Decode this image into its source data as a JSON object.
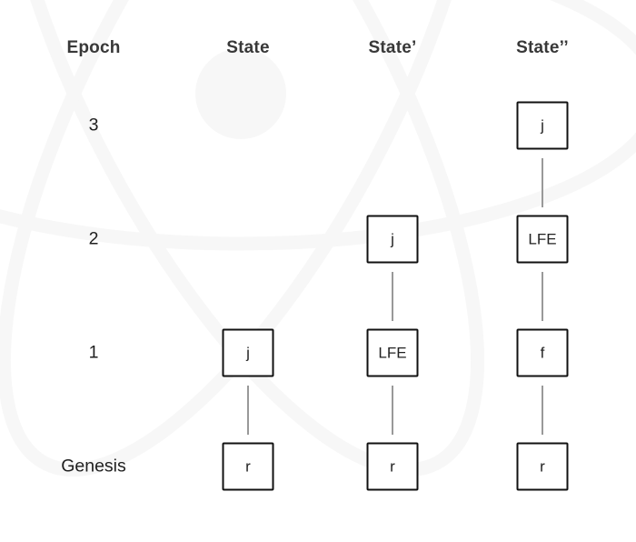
{
  "colors": {
    "background": "#ffffff",
    "watermark": "#f7f7f7",
    "box_border": "#111111",
    "connector": "#999999",
    "header_text": "#383838",
    "label_text": "#1f1f1f"
  },
  "diagram": {
    "columns": [
      {
        "id": "epoch",
        "label": "Epoch"
      },
      {
        "id": "state",
        "label": "State"
      },
      {
        "id": "state_prime",
        "label": "State’"
      },
      {
        "id": "state_double_prime",
        "label": "State’’"
      }
    ],
    "rows": [
      {
        "id": "3",
        "label": "3"
      },
      {
        "id": "2",
        "label": "2"
      },
      {
        "id": "1",
        "label": "1"
      },
      {
        "id": "genesis",
        "label": "Genesis"
      }
    ],
    "nodes": [
      {
        "col": "state_double_prime",
        "row": "3",
        "label": "j"
      },
      {
        "col": "state_prime",
        "row": "2",
        "label": "j"
      },
      {
        "col": "state_double_prime",
        "row": "2",
        "label": "LFE"
      },
      {
        "col": "state",
        "row": "1",
        "label": "j"
      },
      {
        "col": "state_prime",
        "row": "1",
        "label": "LFE"
      },
      {
        "col": "state_double_prime",
        "row": "1",
        "label": "f"
      },
      {
        "col": "state",
        "row": "genesis",
        "label": "r"
      },
      {
        "col": "state_prime",
        "row": "genesis",
        "label": "r"
      },
      {
        "col": "state_double_prime",
        "row": "genesis",
        "label": "r"
      }
    ],
    "edges": [
      {
        "col": "state",
        "from": "1",
        "to": "genesis"
      },
      {
        "col": "state_prime",
        "from": "2",
        "to": "1"
      },
      {
        "col": "state_prime",
        "from": "1",
        "to": "genesis"
      },
      {
        "col": "state_double_prime",
        "from": "3",
        "to": "2"
      },
      {
        "col": "state_double_prime",
        "from": "2",
        "to": "1"
      },
      {
        "col": "state_double_prime",
        "from": "1",
        "to": "genesis"
      }
    ]
  }
}
